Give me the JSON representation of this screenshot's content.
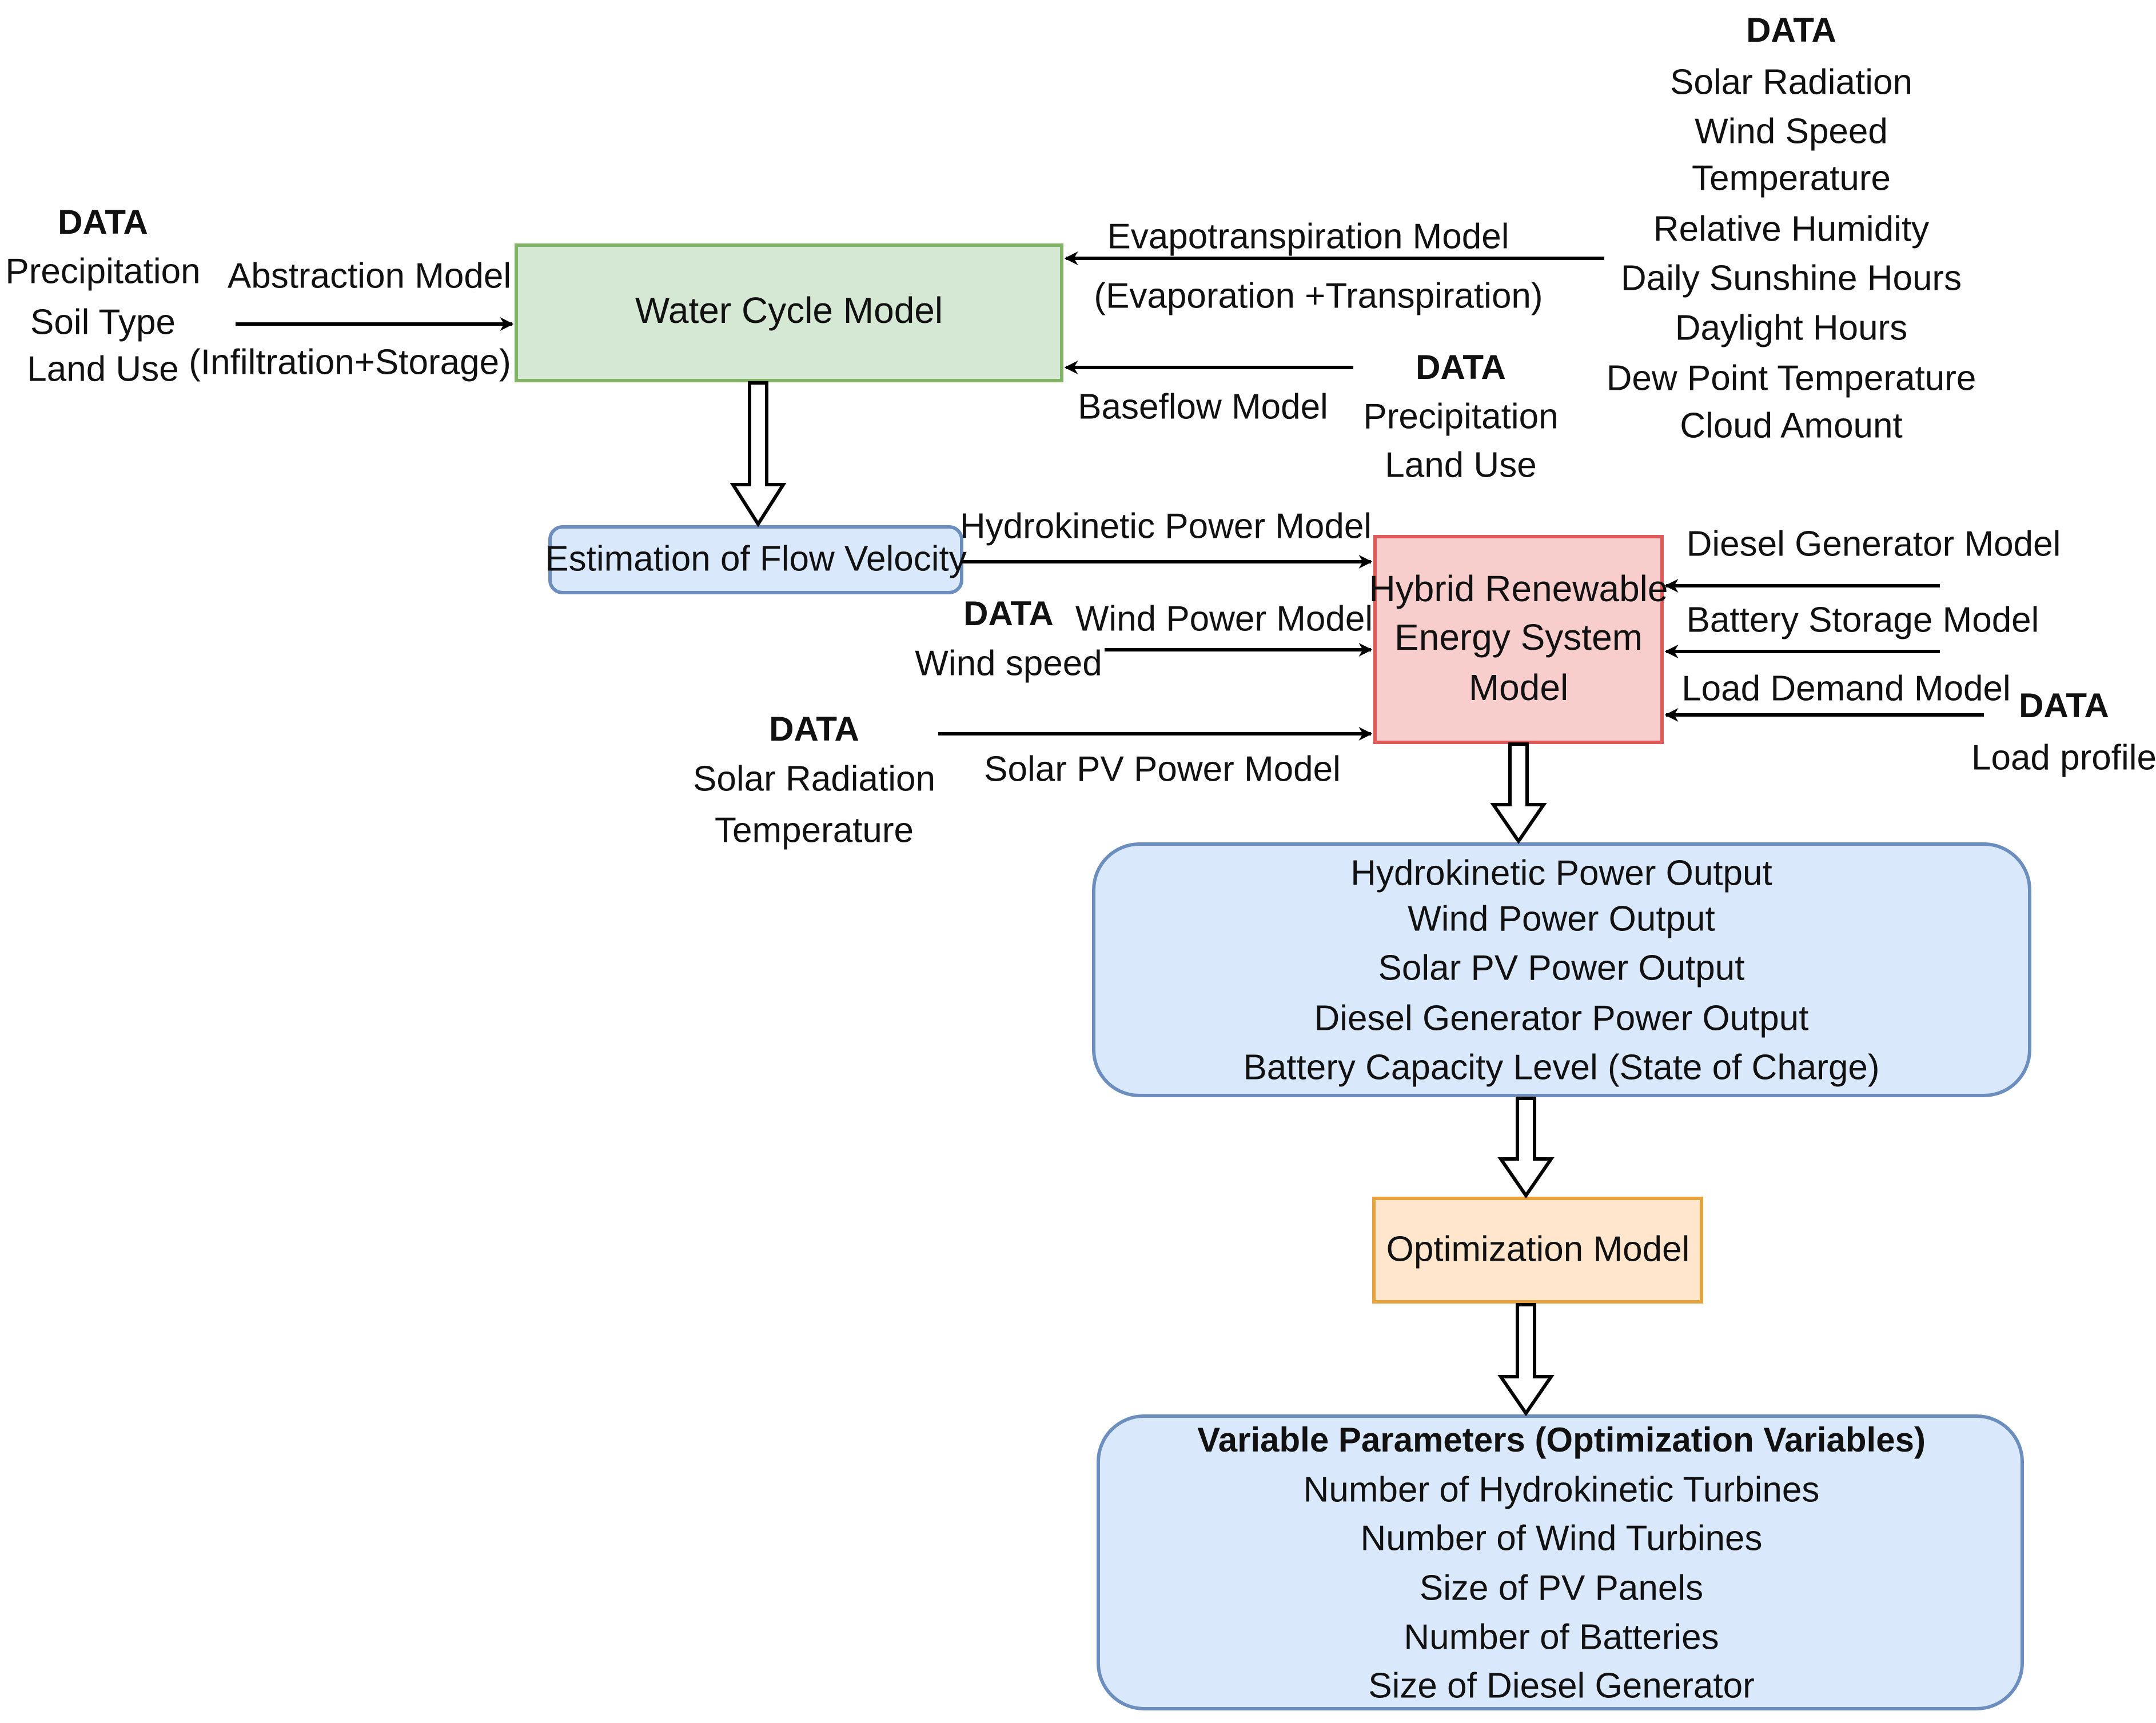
{
  "colors": {
    "green_fill": "#d5e8d4",
    "green_stroke": "#82b366",
    "blue_fill": "#dae8fc",
    "blue_stroke": "#6c8ebf",
    "red_fill": "#f8cecc",
    "red_stroke": "#e05a5a",
    "orange_fill": "#ffe6cc",
    "orange_stroke": "#e6a23c",
    "line": "#000000"
  },
  "left_data": {
    "heading": "DATA",
    "items": [
      "Precipitation",
      "Soil Type",
      "Land Use"
    ]
  },
  "abstraction": {
    "line1": "Abstraction Model",
    "line2": "(Infiltration+Storage)"
  },
  "water_cycle": {
    "label": "Water Cycle Model"
  },
  "evapotranspiration": {
    "line1": "Evapotranspiration Model",
    "line2": "(Evaporation +Transpiration)"
  },
  "top_right_data": {
    "heading": "DATA",
    "items": [
      "Solar Radiation",
      "Wind Speed",
      "Temperature",
      "Relative Humidity",
      "Daily Sunshine Hours",
      "Daylight Hours",
      "Dew Point Temperature",
      "Cloud Amount"
    ]
  },
  "baseflow": {
    "label": "Baseflow Model"
  },
  "baseflow_data": {
    "heading": "DATA",
    "items": [
      "Precipitation",
      "Land Use"
    ]
  },
  "flow_velocity": {
    "label": "Estimation of  Flow Velocity"
  },
  "hydrokinetic": {
    "label": "Hydrokinetic Power Model"
  },
  "hybrid": {
    "lines": [
      "Hybrid Renewable",
      "Energy System",
      "Model"
    ]
  },
  "wind_data": {
    "heading": "DATA",
    "item": "Wind speed"
  },
  "wind_power": {
    "label": "Wind Power Model"
  },
  "solar_data": {
    "heading": "DATA",
    "items": [
      "Solar Radiation",
      "Temperature"
    ]
  },
  "solar_pv": {
    "label": "Solar PV Power Model"
  },
  "diesel": {
    "label": "Diesel Generator Model"
  },
  "battery": {
    "label": "Battery Storage Model"
  },
  "load_demand": {
    "label": "Load Demand Model"
  },
  "load_data": {
    "heading": "DATA",
    "item": "Load profile"
  },
  "outputs": {
    "items": [
      "Hydrokinetic Power Output",
      "Wind Power Output",
      "Solar PV Power Output",
      "Diesel Generator Power Output",
      "Battery Capacity Level (State of Charge)"
    ]
  },
  "optimization": {
    "label": "Optimization Model"
  },
  "variables": {
    "heading": "Variable Parameters (Optimization Variables)",
    "items": [
      "Number of Hydrokinetic Turbines",
      "Number of Wind Turbines",
      "Size of PV Panels",
      "Number of Batteries",
      "Size of Diesel Generator"
    ]
  }
}
